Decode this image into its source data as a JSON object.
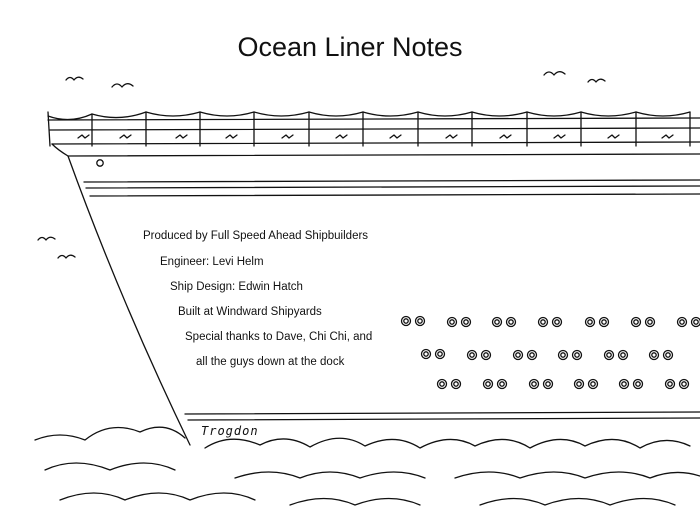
{
  "page": {
    "title": "Ocean Liner Notes"
  },
  "credits": {
    "produced_by": "Produced by Full Speed Ahead Shipbuilders",
    "engineer": "Engineer: Levi Helm",
    "ship_design": "Ship Design: Edwin Hatch",
    "built_at": "Built at Windward Shipyards",
    "thanks_line_1": "Special thanks to Dave, Chi Chi, and",
    "thanks_line_2": "all the guys down at the dock"
  },
  "artist": {
    "signature": "Trogdon"
  },
  "colors": {
    "ink": "#111111",
    "paper": "#ffffff"
  },
  "icons": {
    "birds": "seagull-icon",
    "portholes": "porthole-icon",
    "waves": "wave-icon"
  }
}
